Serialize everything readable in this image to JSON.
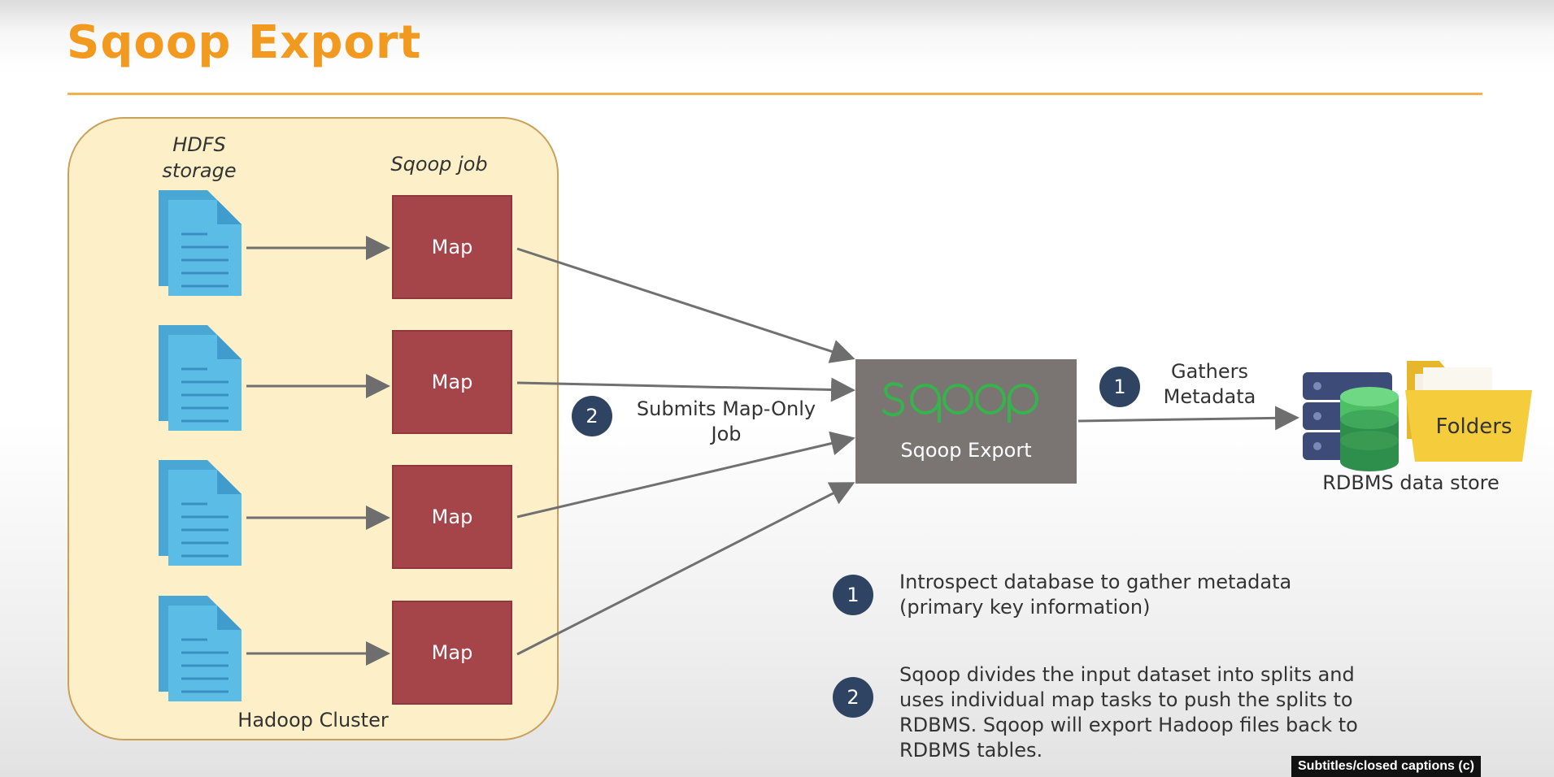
{
  "title": "Sqoop Export",
  "cluster": {
    "hdfs_label": "HDFS storage",
    "job_label": "Sqoop job",
    "cluster_label": "Hadoop Cluster",
    "map_label": "Map",
    "map_count": 4
  },
  "sqoop": {
    "logo_text": "sqoop",
    "caption": "Sqoop Export"
  },
  "steps": {
    "gathers": {
      "number": "1",
      "text": "Gathers Metadata"
    },
    "submits": {
      "number": "2",
      "text": "Submits Map-Only Job"
    }
  },
  "store": {
    "folders_label": "Folders",
    "rdbms_label": "RDBMS data store"
  },
  "notes": [
    {
      "number": "1",
      "text": "Introspect database to gather metadata (primary key information)"
    },
    {
      "number": "2",
      "text": "Sqoop divides the input dataset into splits and uses individual map tasks to push the splits to RDBMS. Sqoop will export Hadoop files back to RDBMS tables."
    }
  ],
  "player": {
    "subtitles_label": "Subtitles/closed captions (c)"
  },
  "colors": {
    "title": "#f29a1f",
    "map_box": "#a5454a",
    "document_icon": "#5bbde6",
    "sqoop_box": "#7a7472",
    "sqoop_logo": "#37b24d",
    "badge": "#2f4462",
    "arrow": "#707070"
  }
}
